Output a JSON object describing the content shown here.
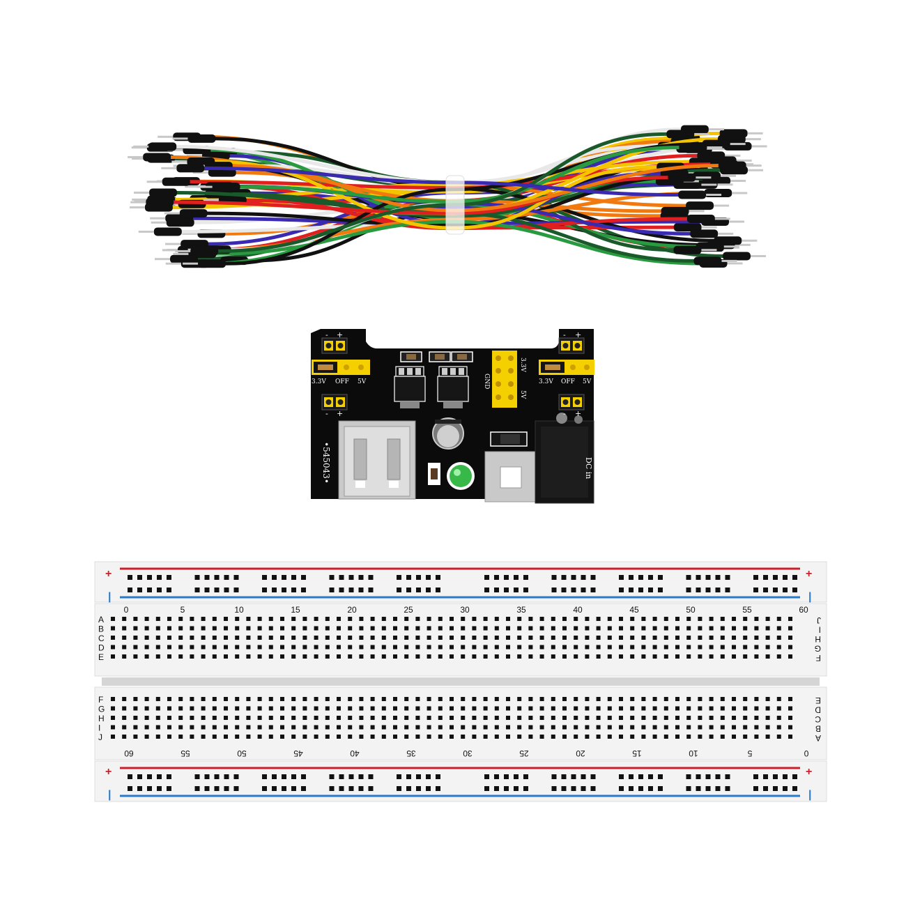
{
  "colors": {
    "background": "#ffffff",
    "wire_colors": [
      "#f5c400",
      "#e02020",
      "#f07a10",
      "#2a9a40",
      "#1a5a2a",
      "#3a2ab0",
      "#ffffff",
      "#111111"
    ],
    "pcb": "#0b0b0b",
    "header_yellow": "#f4d000",
    "breadboard": "#f3f3f3",
    "rail_red": "#c8202a",
    "rail_blue": "#2a7ac8"
  },
  "jumper_wires": {
    "icon": "jumper-wire-bundle-icon"
  },
  "power_module": {
    "icon": "breadboard-power-supply-module-icon",
    "left_header_labels": [
      "3.3V",
      "OFF",
      "5V"
    ],
    "right_header_labels": [
      "3.3V",
      "OFF",
      "5V"
    ],
    "center_header_labels": [
      "3.3V",
      "GND",
      "5V"
    ],
    "rail_signs_left": [
      "+",
      "-",
      "-",
      "+"
    ],
    "rail_signs_right": [
      "+",
      "-",
      "-",
      "+"
    ],
    "serial": "•545043•",
    "dc_label": "DC in"
  },
  "breadboard": {
    "icon": "solderless-breadboard-icon",
    "plus_sign": "+",
    "minus_sign": "|",
    "column_numbers": [
      "0",
      "5",
      "10",
      "15",
      "20",
      "25",
      "30",
      "35",
      "40",
      "45",
      "50",
      "55",
      "60"
    ],
    "top_row_letters_left": [
      "A",
      "B",
      "C",
      "D",
      "E"
    ],
    "top_row_letters_right": [
      "J",
      "I",
      "H",
      "G",
      "F"
    ],
    "bottom_row_letters_left": [
      "F",
      "G",
      "H",
      "I",
      "J"
    ],
    "bottom_row_letters_right": [
      "E",
      "D",
      "C",
      "B",
      "A"
    ],
    "bottom_column_numbers": [
      "60",
      "55",
      "50",
      "45",
      "40",
      "35",
      "30",
      "25",
      "20",
      "15",
      "10",
      "5",
      "0"
    ]
  }
}
